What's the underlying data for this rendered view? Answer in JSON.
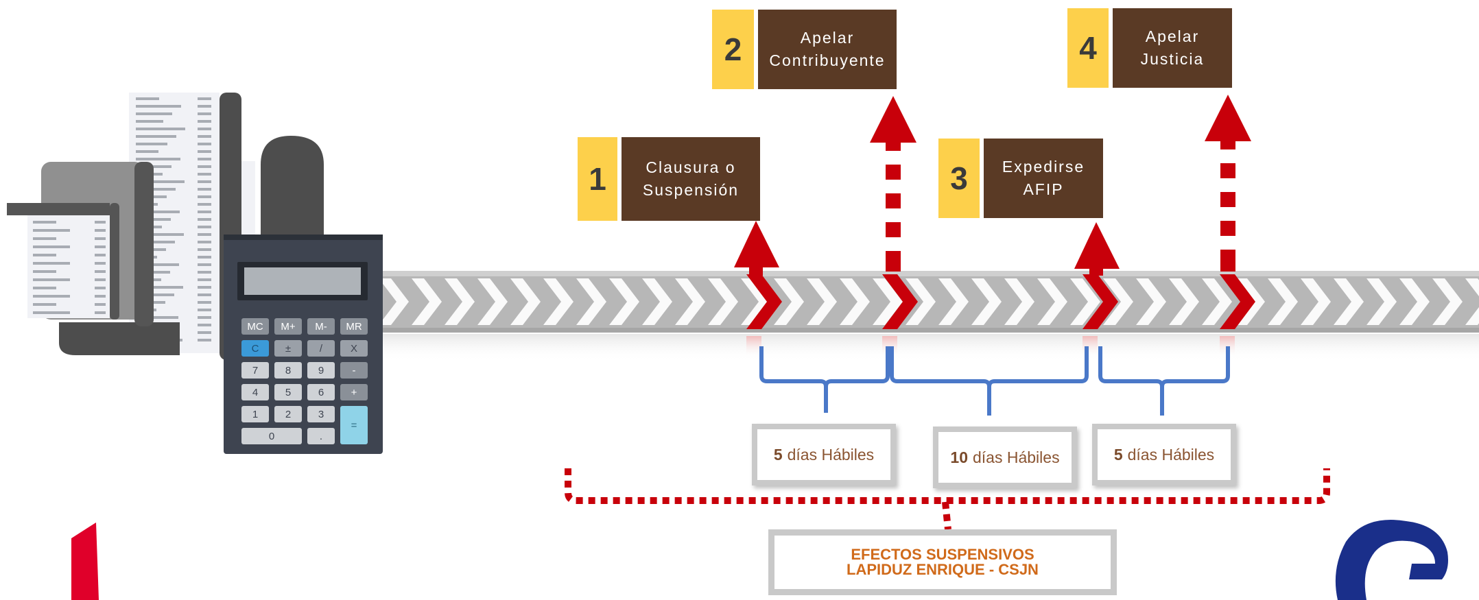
{
  "steps": [
    {
      "number": "1",
      "label": "Clausura o\nSuspensión"
    },
    {
      "number": "2",
      "label": "Apelar\nContribuyente"
    },
    {
      "number": "3",
      "label": "Expedirse\nAFIP"
    },
    {
      "number": "4",
      "label": "Apelar\nJusticia"
    }
  ],
  "periods": [
    {
      "amount": "5",
      "unit": "días Hábiles"
    },
    {
      "amount": "10",
      "unit": "días Hábiles"
    },
    {
      "amount": "5",
      "unit": "días Hábiles"
    }
  ],
  "effects": {
    "line1": "EFECTOS SUSPENSIVOS",
    "line2": "LAPIDUZ ENRIQUE - CSJN"
  },
  "calculator": {
    "keys": [
      "MC",
      "M+",
      "M-",
      "MR",
      "C",
      "±",
      "/",
      "X",
      "7",
      "8",
      "9",
      "-",
      "4",
      "5",
      "6",
      "+",
      "1",
      "2",
      "3",
      "0",
      "."
    ]
  },
  "colors": {
    "step_number_bg": "#fdd04b",
    "step_label_bg": "#5a3a25",
    "arrow_red": "#c8000a",
    "brace_blue": "#4a78c8",
    "effects_text": "#d06a1a"
  }
}
